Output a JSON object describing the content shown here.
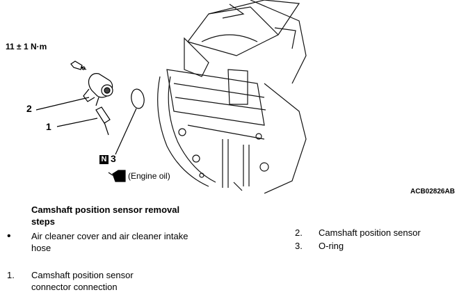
{
  "diagram": {
    "torque_spec": "11 ± 1 N·m",
    "callouts": {
      "c1": "1",
      "c2": "2",
      "c3": "3"
    },
    "n_badge": "N",
    "oil_label": "(Engine oil)",
    "figure_id": "ACB02826AB"
  },
  "removal": {
    "title": "Camshaft position sensor removal steps",
    "bullet": "•",
    "steps_left": [
      {
        "num": "",
        "text": "Air cleaner cover and air cleaner intake hose"
      },
      {
        "num": "1.",
        "text": "Camshaft position sensor connector connection"
      }
    ],
    "steps_right": [
      {
        "num": "2.",
        "text": "Camshaft position sensor"
      },
      {
        "num": "3.",
        "text": "O-ring"
      }
    ]
  }
}
